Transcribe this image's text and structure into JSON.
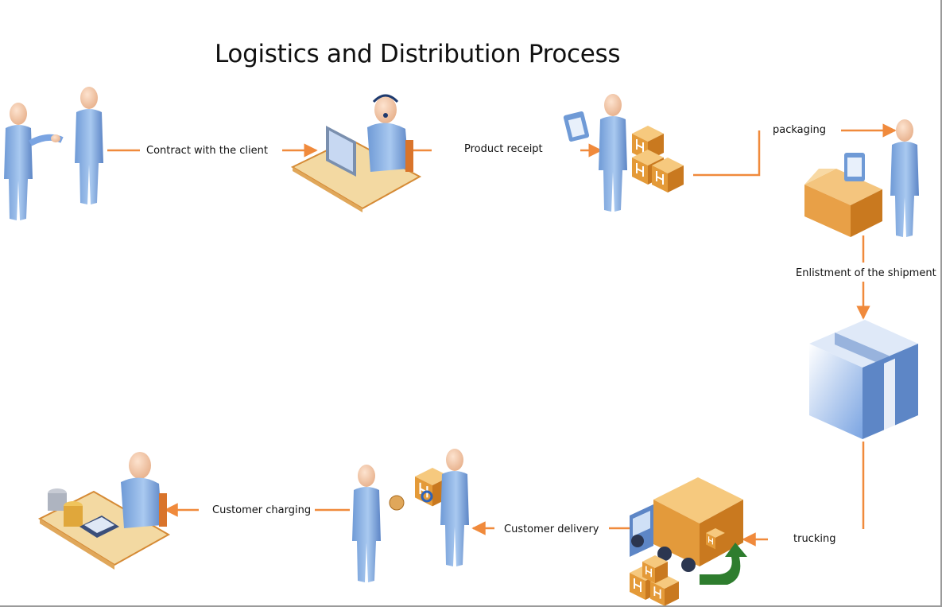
{
  "title": "Logistics and Distribution Process",
  "steps": [
    {
      "id": "contract",
      "label": "Contract with the client"
    },
    {
      "id": "receipt",
      "label": "Product receipt"
    },
    {
      "id": "packaging",
      "label": "packaging"
    },
    {
      "id": "enlistment",
      "label": "Enlistment of the shipment"
    },
    {
      "id": "trucking",
      "label": "trucking"
    },
    {
      "id": "delivery",
      "label": "Customer delivery"
    },
    {
      "id": "charging",
      "label": "Customer charging"
    }
  ],
  "colors": {
    "arrow": "#f08a3c",
    "person": "#8fb8e8",
    "person_dark": "#5b87c9",
    "skin": "#f3c9a8",
    "box": "#e39a3b",
    "box_light": "#f4c57e",
    "desk": "#f1d8a0",
    "green_arrow": "#2e7d2e"
  }
}
